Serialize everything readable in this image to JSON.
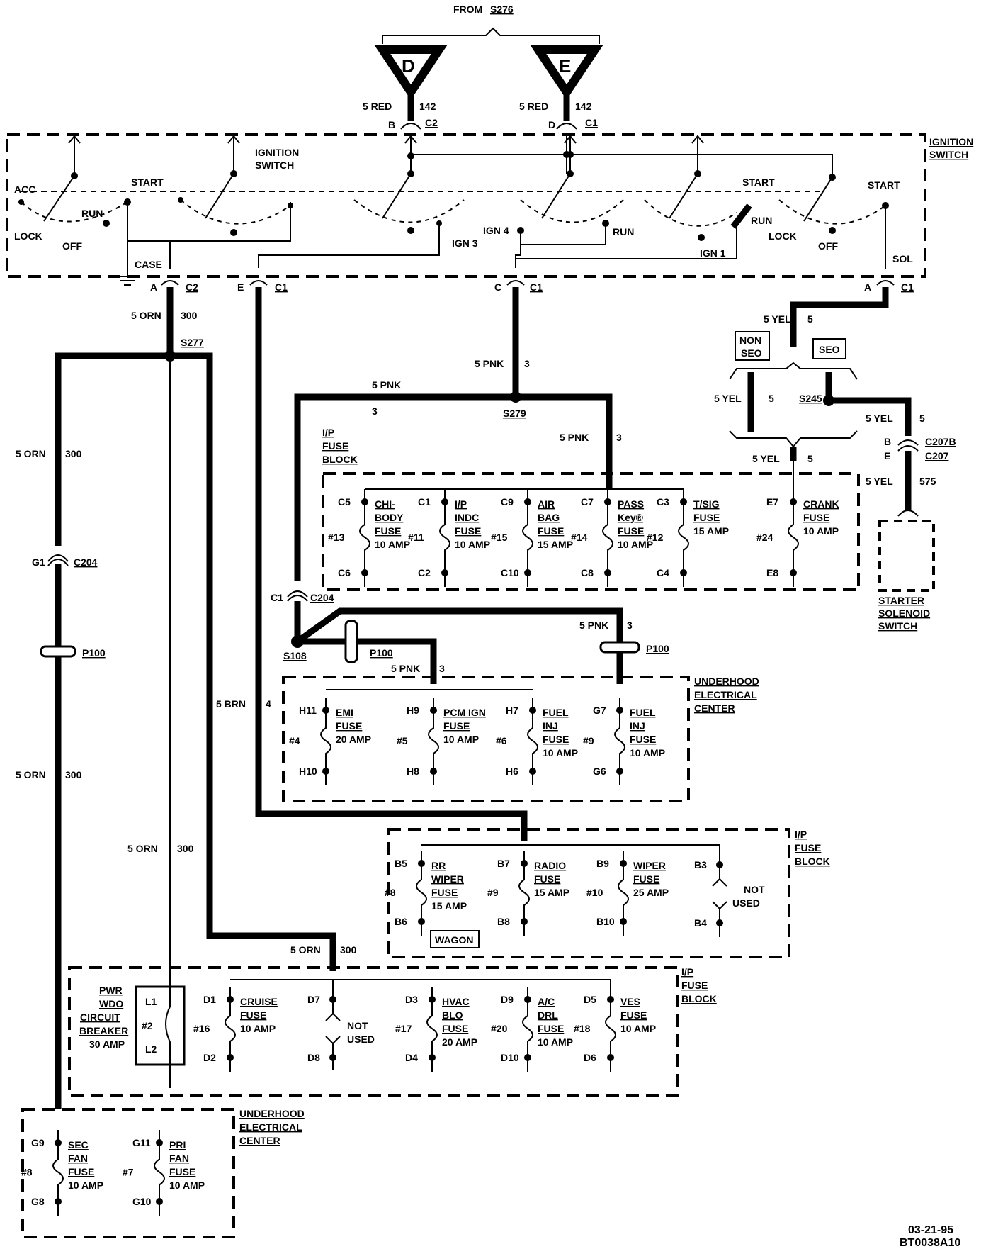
{
  "top": {
    "from_label": "FROM",
    "splice": "S276",
    "conn_d": "D",
    "conn_e": "E"
  },
  "ignition_switch": {
    "title": "IGNITION SWITCH",
    "label": "IGNITION SWITCH",
    "positions": [
      "ACC",
      "LOCK",
      "OFF",
      "RUN",
      "START",
      "IGN 3",
      "IGN 4",
      "RUN",
      "IGN 1",
      "START",
      "RUN",
      "LOCK",
      "OFF",
      "START",
      "SOL",
      "CASE"
    ]
  },
  "wires": {
    "red_d": [
      "5 RED",
      "142",
      "B",
      "C2"
    ],
    "red_e": [
      "5 RED",
      "142",
      "D",
      "C1"
    ],
    "case": [
      "A",
      "C2"
    ],
    "e_c1": [
      "E",
      "C1"
    ],
    "c_c1": [
      "C",
      "C1"
    ],
    "a_c1": [
      "A",
      "C1"
    ],
    "orn300_a": [
      "5 ORN",
      "300"
    ],
    "s277": "S277",
    "orn_left": [
      "5 ORN",
      "300"
    ],
    "orn_left2": [
      "5 ORN",
      "300"
    ],
    "orn_mid": [
      "5 ORN",
      "300"
    ],
    "orn_bottom": [
      "5 ORN",
      "300"
    ],
    "pnk3_a": [
      "5 PNK",
      "3"
    ],
    "pnk3_b": [
      "5 PNK",
      "3"
    ],
    "pnk3_c": [
      "5 PNK",
      "3"
    ],
    "pnk3_d": [
      "5 PNK",
      "3"
    ],
    "pnk3_e": [
      "5 PNK",
      "3"
    ],
    "s279": "S279",
    "brn4": [
      "5 BRN",
      "4"
    ],
    "yel5_a": [
      "5 YEL",
      "5"
    ],
    "yel5_b": [
      "5 YEL",
      "5"
    ],
    "yel5_c": [
      "5 YEL",
      "5"
    ],
    "yel5_d": [
      "5 YEL",
      "5"
    ],
    "yel575": [
      "5 YEL",
      "575"
    ],
    "s245": "S245",
    "non_seo": [
      "NON",
      "SEO"
    ],
    "seo": "SEO",
    "c207b": [
      "B",
      "C207B"
    ],
    "c207": [
      "E",
      "C207"
    ],
    "c204_left": [
      "G1",
      "C204"
    ],
    "c204_mid": [
      "C1",
      "C204"
    ],
    "p100_left": "P100",
    "p100_mid": "P100",
    "p100_right": "P100",
    "s108": "S108"
  },
  "fuse_block_1": {
    "title": [
      "I/P",
      "FUSE",
      "BLOCK"
    ],
    "fuses": [
      {
        "top": "C5",
        "bot": "C6",
        "num": "#13",
        "name": [
          "CHI-",
          "BODY",
          "FUSE"
        ],
        "amp": "10 AMP"
      },
      {
        "top": "C1",
        "bot": "C2",
        "num": "#11",
        "name": [
          "I/P",
          "INDC",
          "FUSE"
        ],
        "amp": "10 AMP"
      },
      {
        "top": "C9",
        "bot": "C10",
        "num": "#15",
        "name": [
          "AIR",
          "BAG",
          "FUSE"
        ],
        "amp": "15 AMP"
      },
      {
        "top": "C7",
        "bot": "C8",
        "num": "#14",
        "name": [
          "PASS",
          "Key®",
          "FUSE"
        ],
        "amp": "10 AMP"
      },
      {
        "top": "C3",
        "bot": "C4",
        "num": "#12",
        "name": [
          "T/SIG",
          "FUSE"
        ],
        "amp": "15 AMP"
      },
      {
        "top": "E7",
        "bot": "E8",
        "num": "#24",
        "name": [
          "CRANK",
          "FUSE"
        ],
        "amp": "10 AMP"
      }
    ]
  },
  "starter": [
    "STARTER",
    "SOLENOID",
    "SWITCH"
  ],
  "underhood_1": {
    "title": [
      "UNDERHOOD",
      "ELECTRICAL",
      "CENTER"
    ],
    "fuses": [
      {
        "top": "H11",
        "bot": "H10",
        "num": "#4",
        "name": [
          "EMI",
          "FUSE"
        ],
        "amp": "20 AMP"
      },
      {
        "top": "H9",
        "bot": "H8",
        "num": "#5",
        "name": [
          "PCM IGN",
          "FUSE"
        ],
        "amp": "10 AMP"
      },
      {
        "top": "H7",
        "bot": "H6",
        "num": "#6",
        "name": [
          "FUEL",
          "INJ",
          "FUSE"
        ],
        "amp": "10 AMP"
      },
      {
        "top": "G7",
        "bot": "G6",
        "num": "#9",
        "name": [
          "FUEL",
          "INJ",
          "FUSE"
        ],
        "amp": "10 AMP"
      }
    ]
  },
  "fuse_block_2": {
    "title": [
      "I/P",
      "FUSE",
      "BLOCK"
    ],
    "fuses": [
      {
        "top": "B5",
        "bot": "B6",
        "num": "#8",
        "name": [
          "RR",
          "WIPER",
          "FUSE"
        ],
        "amp": "15 AMP"
      },
      {
        "top": "B7",
        "bot": "B8",
        "num": "#9",
        "name": [
          "RADIO",
          "FUSE"
        ],
        "amp": "15 AMP"
      },
      {
        "top": "B9",
        "bot": "B10",
        "num": "#10",
        "name": [
          "WIPER",
          "FUSE"
        ],
        "amp": "25 AMP"
      }
    ],
    "not_used": {
      "top": "B3",
      "bot": "B4",
      "text": [
        "NOT",
        "USED"
      ]
    },
    "wagon": "WAGON"
  },
  "fuse_block_3": {
    "title": [
      "I/P",
      "FUSE",
      "BLOCK"
    ],
    "breaker": {
      "name": [
        "PWR",
        "WDO",
        "CIRCUIT",
        "BREAKER"
      ],
      "amp": "30 AMP",
      "num": "#2",
      "top": "L1",
      "bot": "L2"
    },
    "fuses": [
      {
        "top": "D1",
        "bot": "D2",
        "num": "#16",
        "name": [
          "CRUISE",
          "FUSE"
        ],
        "amp": "10 AMP"
      },
      {
        "top": "D3",
        "bot": "D4",
        "num": "#17",
        "name": [
          "HVAC",
          "BLO",
          "FUSE"
        ],
        "amp": "20 AMP"
      },
      {
        "top": "D9",
        "bot": "D10",
        "num": "#20",
        "name": [
          "A/C",
          "DRL",
          "FUSE"
        ],
        "amp": "10 AMP"
      },
      {
        "top": "D5",
        "bot": "D6",
        "num": "#18",
        "name": [
          "VES",
          "FUSE"
        ],
        "amp": "10 AMP"
      }
    ],
    "not_used": {
      "top": "D7",
      "bot": "D8",
      "text": [
        "NOT",
        "USED"
      ]
    }
  },
  "underhood_2": {
    "title": [
      "UNDERHOOD",
      "ELECTRICAL",
      "CENTER"
    ],
    "fuses": [
      {
        "top": "G9",
        "bot": "G8",
        "num": "#8",
        "name": [
          "SEC",
          "FAN",
          "FUSE"
        ],
        "amp": "10 AMP"
      },
      {
        "top": "G11",
        "bot": "G10",
        "num": "#7",
        "name": [
          "PRI",
          "FAN",
          "FUSE"
        ],
        "amp": "10 AMP"
      }
    ]
  },
  "footer": {
    "date": "03-21-95",
    "code": "BT0038A10"
  }
}
